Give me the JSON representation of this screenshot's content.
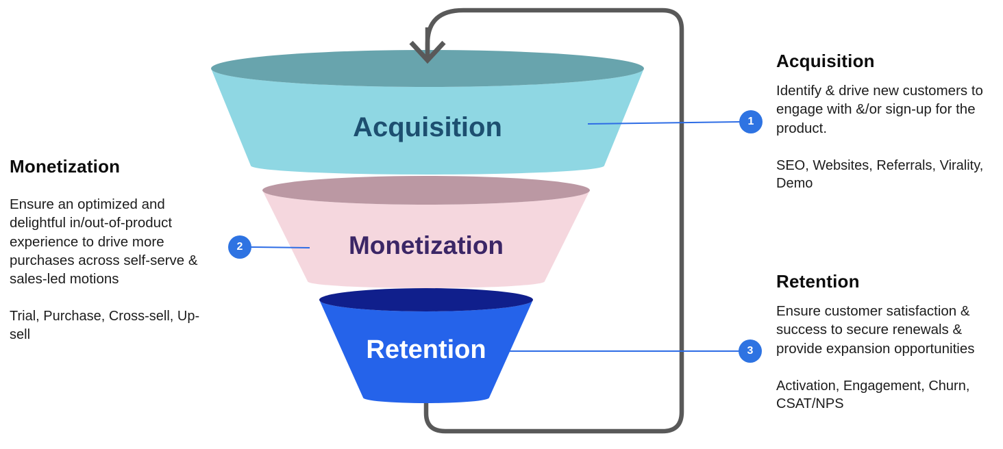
{
  "funnel": {
    "stages": [
      {
        "label": "Acquisition",
        "body_color": "#8fd7e3",
        "top_color": "#68a4ad",
        "label_color": "#1d4f70"
      },
      {
        "label": "Monetization",
        "body_color": "#f5d7de",
        "top_color": "#bb98a3",
        "label_color": "#3b2666"
      },
      {
        "label": "Retention",
        "body_color": "#2563ea",
        "top_color": "#101f8c",
        "label_color": "#ffffff"
      }
    ]
  },
  "annotations": [
    {
      "number": "1",
      "title": "Acquisition",
      "description": "Identify & drive new customers to engage with &/or sign-up for the product.",
      "tags": "SEO, Websites, Referrals, Virality, Demo",
      "side": "right"
    },
    {
      "number": "2",
      "title": "Monetization",
      "description": "Ensure an optimized and delightful in/out-of-product experience to drive more purchases across self-serve & sales-led motions",
      "tags": "Trial, Purchase, Cross-sell, Up-sell",
      "side": "left"
    },
    {
      "number": "3",
      "title": "Retention",
      "description": "Ensure customer satisfaction & success to secure renewals & provide expansion opportunities",
      "tags": "Activation, Engagement, Churn, CSAT/NPS",
      "side": "right"
    }
  ],
  "colors": {
    "loop_arrow": "#595959",
    "connector_line": "#2d6ce5",
    "badge": "#2e73e2"
  }
}
